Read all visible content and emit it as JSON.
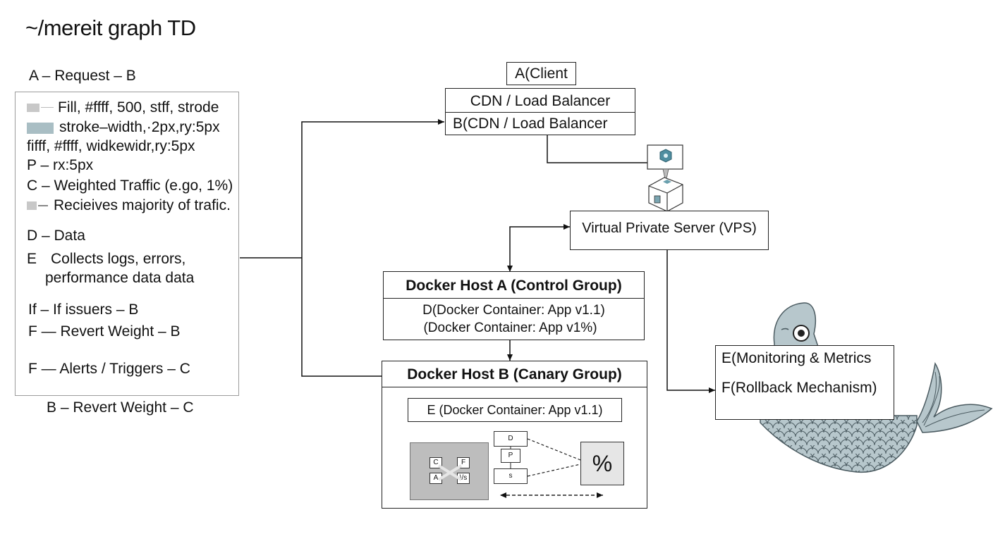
{
  "title": "~/mereit graph TD",
  "legend": {
    "header": "A – Request – B",
    "footer": "B – Revert Weight – C",
    "lines": [
      "Fill, #ffff, 500, stff, strode",
      "stroke–width,·2px,ry:5px",
      "fifff, #ffff, widkewidr,ry:5px",
      "P – rx:5px",
      "C – Weighted Traffic (e.go, 1%)",
      "Recieives majority of trafic.",
      "D – Data",
      "E",
      "Collects logs, errors,",
      "performance data data",
      "If – If issuers – B",
      "F — Revert Weight – B",
      "F — Alerts / Triggers – C"
    ]
  },
  "nodes": {
    "client": "A(Client",
    "cdn": "CDN / Load Balancer",
    "cdn_b": "B(CDN / Load Balancer",
    "vps": "Virtual Private Server (VPS)",
    "host_a_title": "Docker Host A (Control Group)",
    "host_a_line1": "D(Docker Container: App v1.1)",
    "host_a_line2": "(Docker Container: App v1%)",
    "host_b_title": "Docker Host B (Canary Group)",
    "host_b_container": "E (Docker Container: App v1.1)",
    "monitoring": "E(Monitoring & Metrics",
    "rollback": "F(Rollback Mechanism)"
  },
  "canary_detail": {
    "chip_c": "C",
    "chip_f": "F",
    "chip_a": "A",
    "chip_s": "\\/s",
    "stack_top": "D",
    "stack_mid": "P",
    "stack_bot": "s",
    "percent": "%"
  },
  "colors": {
    "line": "#111111",
    "legend_border": "#9c9c9c",
    "fish_body": "#b7c7cc",
    "fish_stroke": "#4a5a60",
    "swatch_gray": "#c8c8c8",
    "swatch_teal": "#a9bec4",
    "panel_gray": "#bdbdbd",
    "percent_box": "#e6e6e6"
  },
  "icons": {
    "server": "server-cube-icon",
    "mascot": "fish-mascot-icon"
  }
}
